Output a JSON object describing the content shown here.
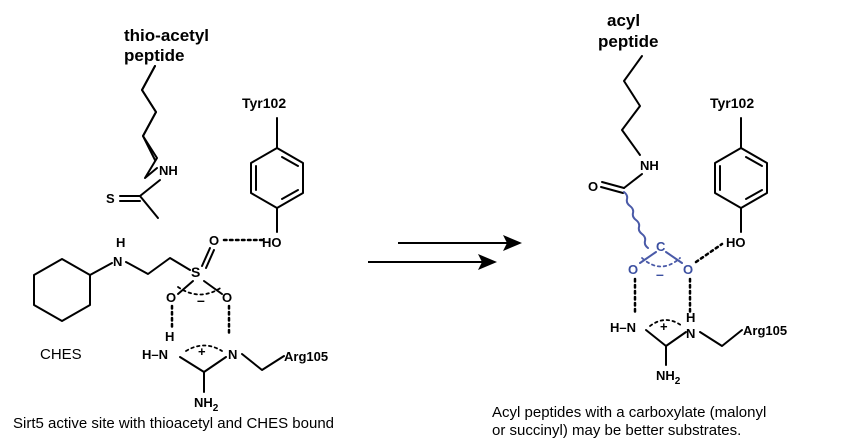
{
  "left": {
    "thioacetyl_line1": "thio-acetyl",
    "thioacetyl_line2": "peptide",
    "tyr": "Tyr102",
    "ches": "CHES",
    "arg": "Arg105",
    "caption": "Sirt5 active site with thioacetyl and CHES bound",
    "atoms": {
      "S_thio": "S",
      "NH_amide": "NH",
      "H_amine": "H",
      "N_amine": "N",
      "S_sulf": "S",
      "O_top": "O",
      "O_left": "O",
      "O_right": "O",
      "HO": "HO",
      "H_guan_left": "H",
      "N_guan_left": "N",
      "HN_guan": "H–N",
      "N_guan_right": "N",
      "NH2": "NH",
      "NH2_sub": "2",
      "minus": "–",
      "plus": "+",
      "H_side": "H"
    }
  },
  "right": {
    "acyl_line1": "acyl",
    "acyl_line2": "peptide",
    "tyr": "Tyr102",
    "arg": "Arg105",
    "caption_line1": "Acyl peptides with a carboxylate (malonyl",
    "caption_line2": "or succinyl) may be better substrates.",
    "atoms": {
      "O_carbonyl": "O",
      "NH_amide": "NH",
      "C": "C",
      "O_left": "O",
      "O_right": "O",
      "minus": "–",
      "HO": "HO",
      "HN_left": "H–N",
      "H_top": "H",
      "N_right": "N",
      "NH2": "NH",
      "NH2_sub": "2",
      "plus": "+"
    }
  }
}
